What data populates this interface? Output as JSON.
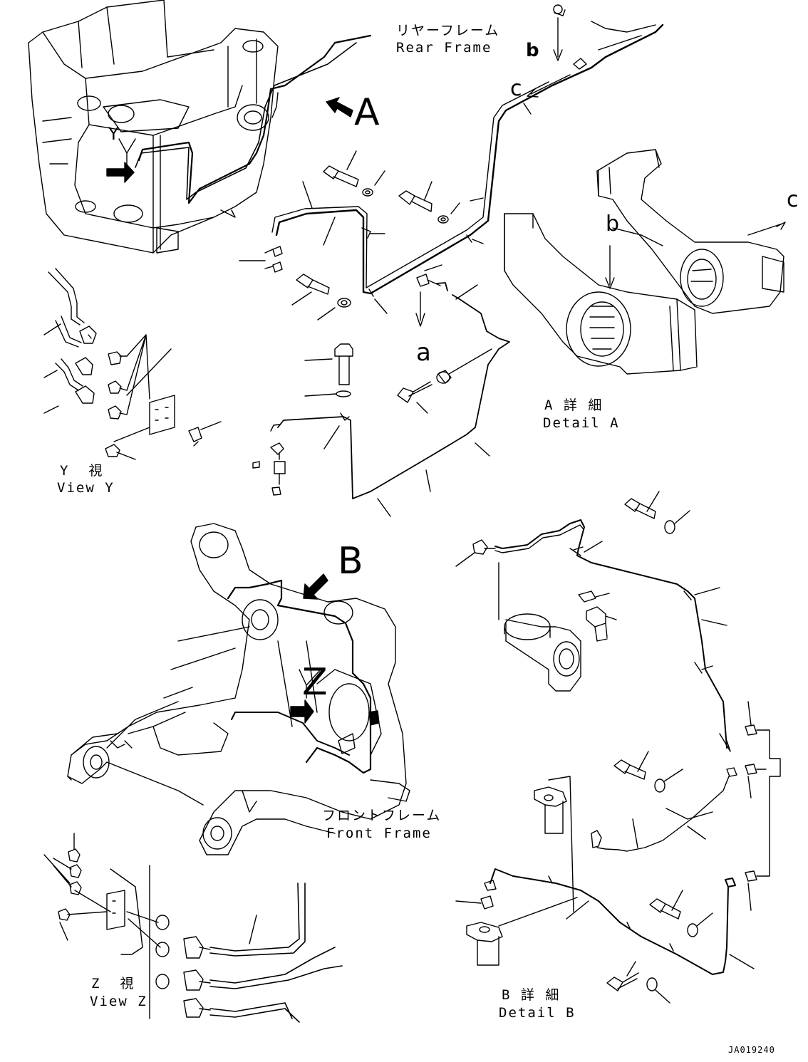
{
  "labels": {
    "rear_frame_jp": "リヤーフレーム",
    "rear_frame_en": "Rear Frame",
    "front_frame_jp": "フロントフレーム",
    "front_frame_en": "Front Frame",
    "detail_a_jp": "A 詳 細",
    "detail_a_en": "Detail A",
    "detail_b_jp": "B 詳 細",
    "detail_b_en": "Detail B",
    "view_y_jp": "Y  視",
    "view_y_en": "View Y",
    "view_z_jp": "Z  視",
    "view_z_en": "View Z",
    "callout_a": "A",
    "callout_b": "B",
    "callout_y": "Y",
    "callout_z": "Z",
    "letter_a": "a",
    "letter_b_top": "b",
    "letter_b_detail": "b",
    "letter_c_top": "c",
    "letter_c_detail": "c",
    "drawing_no": "JA019240"
  }
}
